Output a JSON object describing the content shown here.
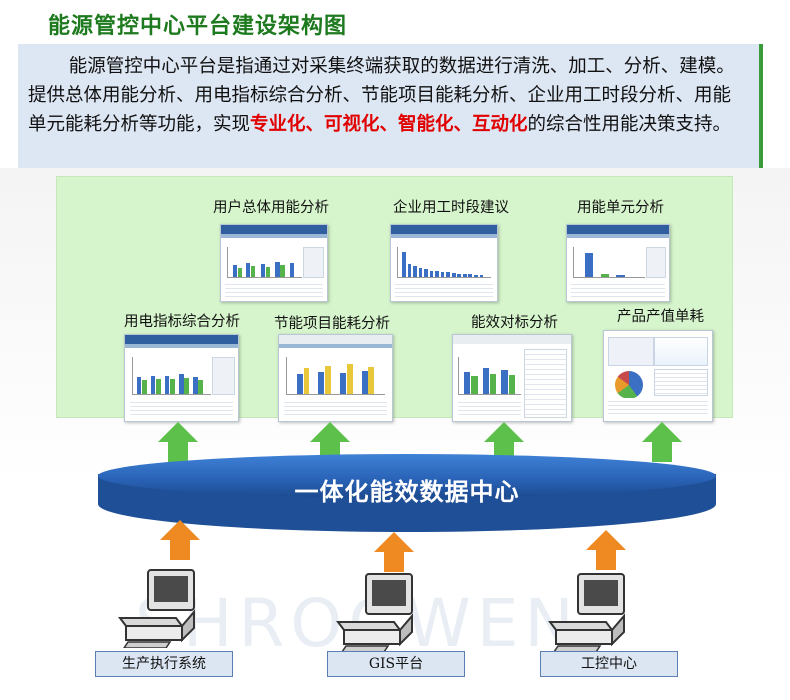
{
  "page": {
    "title": "能源管控中心平台建设架构图",
    "intro": {
      "text_a": "能源管控中心平台是指通过对采集终端获取的数据进行清洗、加工、分析、建模。提供总体用能分析、用电指标综合分析、节能项目能耗分析、企业用工时段分析、用能单元能耗分析等功能，实现",
      "highlight": "专业化、可视化、智能化、互动化",
      "text_b": "的综合性用能决策支持。"
    }
  },
  "diagram": {
    "modules_top": [
      {
        "label": "用户总体用能分析"
      },
      {
        "label": "企业用工时段建议"
      },
      {
        "label": "用能单元分析"
      }
    ],
    "modules_bottom": [
      {
        "label": "用电指标综合分析"
      },
      {
        "label": "节能项目能耗分析"
      },
      {
        "label": "能效对标分析"
      },
      {
        "label": "产品产值单耗"
      }
    ],
    "data_center": {
      "label": "一体化能效数据中心"
    },
    "sources": [
      {
        "label": "生产执行系统"
      },
      {
        "label": "GIS平台"
      },
      {
        "label": "工控中心"
      }
    ],
    "colors": {
      "title": "#1e7a1e",
      "highlight": "#e00000",
      "panel": "#d6f5cc",
      "data_center": "#2a64b8",
      "up_arrow": "#5cc04a",
      "source_arrow": "#ef8a22"
    }
  }
}
